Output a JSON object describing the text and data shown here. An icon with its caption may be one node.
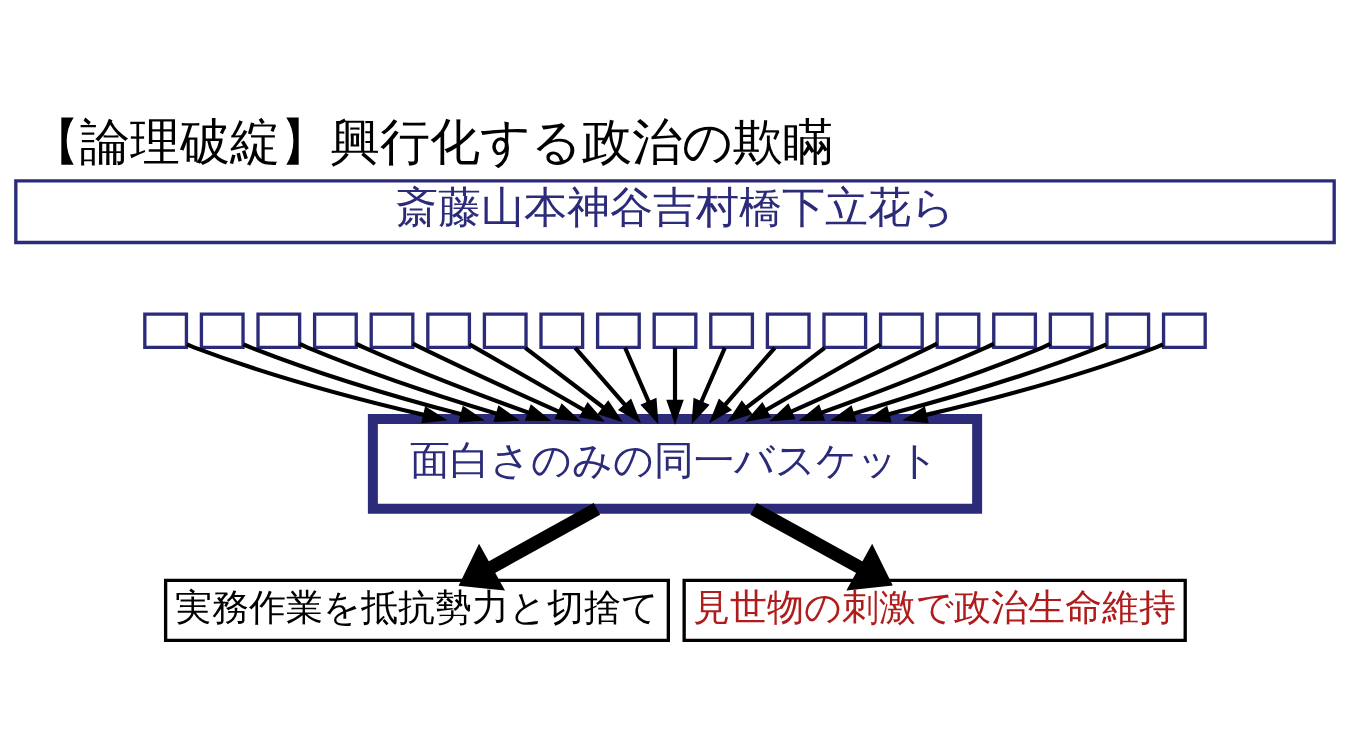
{
  "diagram": {
    "title": "【論理破綻】興行化する政治の欺瞞",
    "nodes": [
      {
        "text": [
          "斎藤山本神谷吉村橋下立花ら"
        ]
      },
      {
        "text": [],
        "shape": "box"
      },
      {
        "text": [],
        "shape": "box"
      },
      {
        "text": [],
        "shape": "box"
      },
      {
        "text": [],
        "shape": "box"
      },
      {
        "text": [],
        "shape": "box"
      },
      {
        "text": [],
        "shape": "box"
      },
      {
        "text": [],
        "shape": "box"
      },
      {
        "text": [],
        "shape": "box"
      },
      {
        "text": [],
        "shape": "box"
      },
      {
        "text": [],
        "shape": "box"
      },
      {
        "text": [],
        "shape": "box"
      },
      {
        "text": [],
        "shape": "box"
      },
      {
        "text": [],
        "shape": "box"
      },
      {
        "text": [],
        "shape": "box"
      },
      {
        "text": [],
        "shape": "box"
      },
      {
        "text": [],
        "shape": "box"
      },
      {
        "text": [],
        "shape": "box"
      },
      {
        "text": [],
        "shape": "box"
      },
      {
        "text": [],
        "shape": "box"
      },
      {
        "text": [
          "面白さのみの同一バスケット"
        ]
      },
      {
        "text": [
          "実務作業を抵抗勢力と切捨て"
        ]
      },
      {
        "text": [
          "見世物の刺激で政治生命維持"
        ]
      }
    ],
    "edges": [
      {
        "from": 1,
        "to": 20,
        "arrow": "to"
      },
      {
        "from": 2,
        "to": 20,
        "arrow": "to"
      },
      {
        "from": 3,
        "to": 20,
        "arrow": "to"
      },
      {
        "from": 4,
        "to": 20,
        "arrow": "to"
      },
      {
        "from": 5,
        "to": 20,
        "arrow": "to"
      },
      {
        "from": 6,
        "to": 20,
        "arrow": "to"
      },
      {
        "from": 7,
        "to": 20,
        "arrow": "to"
      },
      {
        "from": 8,
        "to": 20,
        "arrow": "to"
      },
      {
        "from": 9,
        "to": 20,
        "arrow": "to"
      },
      {
        "from": 10,
        "to": 20,
        "arrow": "to"
      },
      {
        "from": 11,
        "to": 20,
        "arrow": "to"
      },
      {
        "from": 12,
        "to": 20,
        "arrow": "to"
      },
      {
        "from": 13,
        "to": 20,
        "arrow": "to"
      },
      {
        "from": 14,
        "to": 20,
        "arrow": "to"
      },
      {
        "from": 15,
        "to": 20,
        "arrow": "to"
      },
      {
        "from": 16,
        "to": 20,
        "arrow": "to"
      },
      {
        "from": 17,
        "to": 20,
        "arrow": "to"
      },
      {
        "from": 18,
        "to": 20,
        "arrow": "to"
      },
      {
        "from": 19,
        "to": 20,
        "arrow": "to"
      },
      {
        "from": 20,
        "to": 21,
        "arrow": "to",
        "style": "thick"
      },
      {
        "from": 20,
        "to": 22,
        "arrow": "to",
        "style": "thick"
      }
    ]
  }
}
